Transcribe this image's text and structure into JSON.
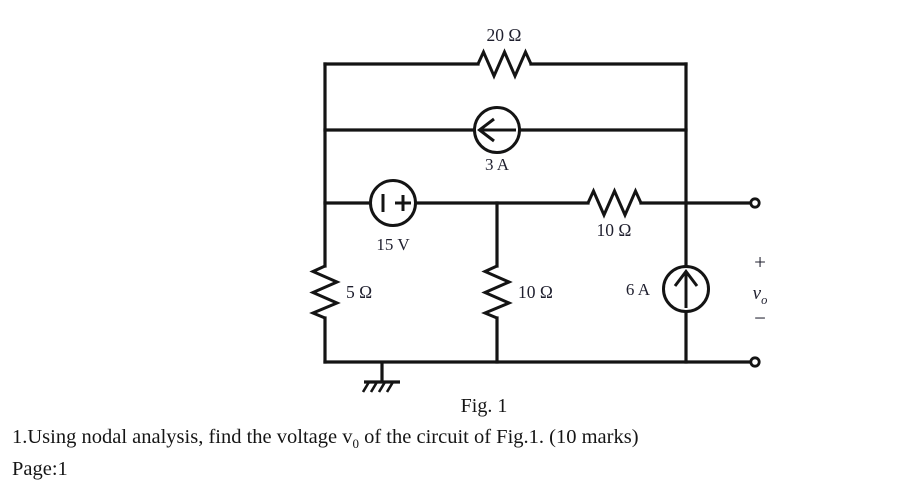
{
  "figure": {
    "caption": "Fig. 1",
    "components": {
      "r_top": {
        "name": "20-ohm-resistor",
        "label": "20 Ω",
        "value": 20,
        "unit": "Ω",
        "orientation": "horizontal"
      },
      "i_mid": {
        "name": "3a-current-source",
        "label": "3 A",
        "value": 3,
        "unit": "A",
        "arrow_direction": "left"
      },
      "v_src": {
        "name": "15v-voltage-source",
        "label": "15 V",
        "value": 15,
        "unit": "V",
        "minus_side": "left",
        "plus_side": "right"
      },
      "r_left": {
        "name": "5-ohm-resistor",
        "label": "5 Ω",
        "value": 5,
        "unit": "Ω",
        "orientation": "vertical"
      },
      "r_mid": {
        "name": "10-ohm-resistor-vertical",
        "label": "10 Ω",
        "value": 10,
        "unit": "Ω",
        "orientation": "vertical"
      },
      "r_right": {
        "name": "10-ohm-resistor-horizontal",
        "label": "10 Ω",
        "value": 10,
        "unit": "Ω",
        "orientation": "horizontal"
      },
      "i_right": {
        "name": "6a-current-source",
        "label": "6 A",
        "value": 6,
        "unit": "A",
        "arrow_direction": "up"
      },
      "output": {
        "name": "output-voltage-port",
        "plus": "+",
        "minus": "−",
        "symbol": "v",
        "subscript": "o"
      },
      "ground": {
        "name": "chassis-ground-symbol",
        "label": ""
      }
    }
  },
  "text": {
    "question": "1.Using nodal analysis, find the voltage  v",
    "question_subscript": "0",
    "question_rest": " of the circuit of Fig.1. (10 marks)",
    "page": "Page:1"
  },
  "colors": {
    "ink": "#141414",
    "label_ink": "#1f1f2e",
    "background": "#ffffff"
  }
}
